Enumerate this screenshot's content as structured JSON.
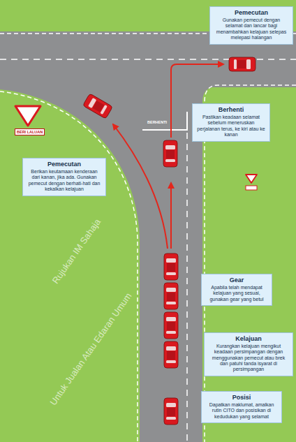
{
  "diagram": {
    "nodes": [
      {
        "text": [
          "Pemecutan",
          "Gunakan pemecut dengan selamat dan lancar bagi menambahkan kelajuan selepas melepasi halangan"
        ]
      },
      {
        "text": [
          "Berhenti",
          "Pastikan keadaan selamat sebelum meneruskan perjalanan terus, ke kiri atau ke kanan"
        ]
      },
      {
        "text": [
          "Pemecutan",
          "Berikan keutamaan kenderaan dari kanan, jika ada. Gunakan pemecut dengan berhati-hati dan kekalkan kelajuan"
        ]
      },
      {
        "text": [
          "Gear",
          "Apabila telah mendapat kelajuan yang sesuai, gunakan gear yang betul"
        ]
      },
      {
        "text": [
          "Kelajuan",
          "Kurangkan kelajuan mengikut keadaan persimpangan dengan menggunakan pemecut atau brek dan patuhi tanda isyarat di persimpangan"
        ]
      },
      {
        "text": [
          "Posisi",
          "Dapatkan maklumat, amalkan rutin CITO dan posisikan di kedudukan yang selamat"
        ]
      }
    ],
    "labels": [
      "BERHENTI",
      "BERI LALUAN",
      "Untuk Jualan Atau Edaran Umum",
      "Rujukan IM Sahaja"
    ]
  }
}
